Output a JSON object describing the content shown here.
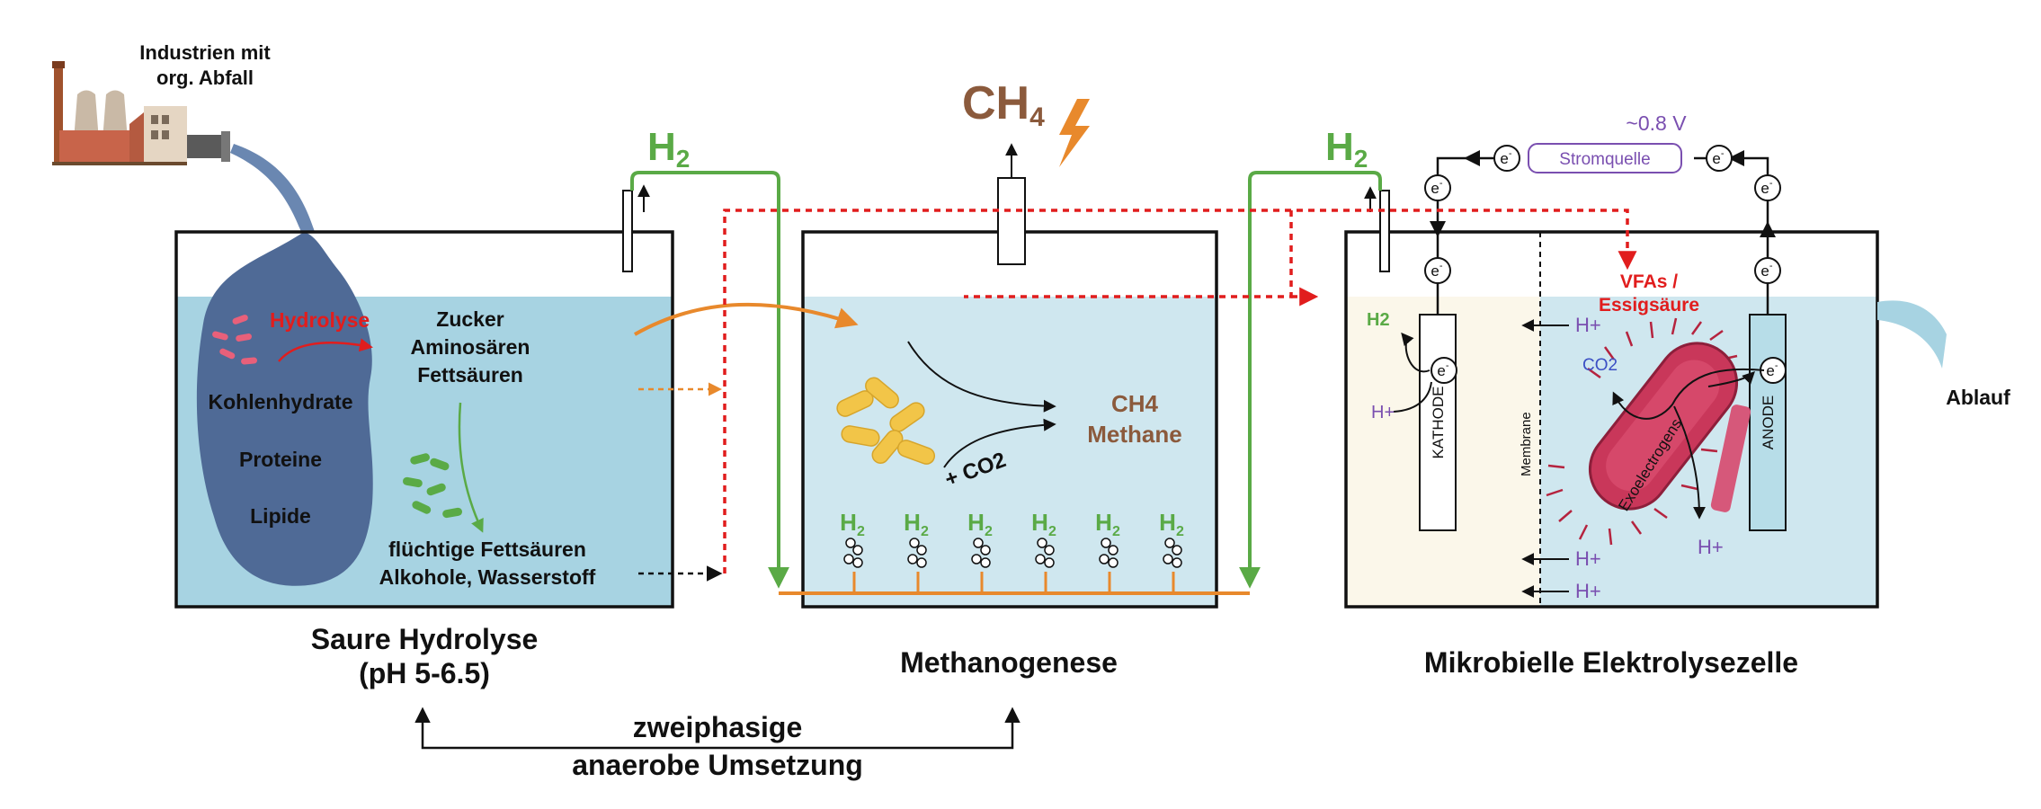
{
  "factory": {
    "label_line1": "Industrien mit",
    "label_line2": "org. Abfall"
  },
  "tank1": {
    "title_line1": "Saure Hydrolyse",
    "title_line2": "(pH 5-6.5)",
    "hydrolyse": "Hydrolyse",
    "substrates": [
      "Kohlenhydrate",
      "Proteine",
      "Lipide"
    ],
    "products": [
      "Zucker",
      "Aminosären",
      "Fettsäuren"
    ],
    "volatile_line1": "flüchtige Fettsäuren",
    "volatile_line2": "Alkohole, Wasserstoff"
  },
  "tank2": {
    "title": "Methanogenese",
    "ch4": "CH4",
    "ch4_main": "CH",
    "ch4_sub": "4",
    "product_line1": "CH4",
    "product_line2": "Methane",
    "co2": "+ CO2",
    "h2_label": "H2",
    "h2_count": 6
  },
  "mec": {
    "title": "Mikrobielle Elektrolysezelle",
    "voltage": "~0.8 V",
    "power_source": "Stromquelle",
    "electron": "e",
    "cathode": "KATHODE",
    "anode": "ANODE",
    "membrane": "Membrane",
    "bacterium": "Exoelectrogens",
    "vfa_line1": "VFAs /",
    "vfa_line2": "Essigsäure",
    "h2": "H2",
    "hplus": "H+",
    "co2": "CO2",
    "outflow": "Ablauf"
  },
  "h2_pipe_label": "H2",
  "bottom": {
    "line1": "zweiphasige",
    "line2": "anaerobe Umsetzung"
  },
  "colors": {
    "green": "#5aaa46",
    "orange": "#e8892c",
    "red": "#e11d1d",
    "brown": "#8b5a3c",
    "purple": "#7a4fb0",
    "water": "#a7d3e2",
    "water_light": "#cfe7ef",
    "waste": "#4f6a96"
  }
}
